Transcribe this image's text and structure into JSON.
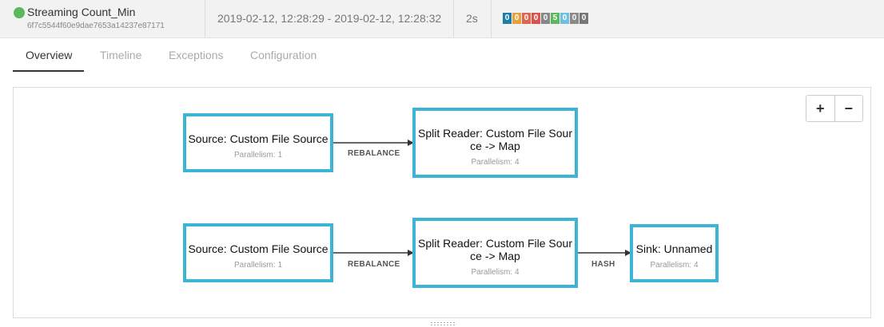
{
  "job": {
    "name": "Streaming Count_Min",
    "id": "6f7c5544f60e9dae7653a14237e87171",
    "status": "running",
    "status_color": "#5cb85c",
    "time_range": "2019-02-12, 12:28:29 - 2019-02-12, 12:28:32",
    "duration": "2s",
    "task_counts": [
      {
        "value": "0",
        "color": "#1f7ca8"
      },
      {
        "value": "0",
        "color": "#e6a23c"
      },
      {
        "value": "0",
        "color": "#e0674f"
      },
      {
        "value": "0",
        "color": "#d9534f"
      },
      {
        "value": "0",
        "color": "#888888"
      },
      {
        "value": "5",
        "color": "#5cb85c"
      },
      {
        "value": "0",
        "color": "#6fc0e0"
      },
      {
        "value": "0",
        "color": "#8a8a8a"
      },
      {
        "value": "0",
        "color": "#777777"
      }
    ]
  },
  "tabs": [
    {
      "label": "Overview",
      "active": true
    },
    {
      "label": "Timeline",
      "active": false
    },
    {
      "label": "Exceptions",
      "active": false
    },
    {
      "label": "Configuration",
      "active": false
    }
  ],
  "zoom": {
    "in_label": "+",
    "out_label": "−"
  },
  "graph": {
    "node_border_color": "#3cb4d6",
    "nodes": [
      {
        "title": "Source: Custom File Source",
        "parallelism": "Parallelism: 1"
      },
      {
        "title": "Split Reader: Custom File Sour ce -> Map",
        "line1": "Split Reader: Custom File Sour",
        "line2": "ce -> Map",
        "parallelism": "Parallelism: 4"
      },
      {
        "title": "Source: Custom File Source",
        "parallelism": "Parallelism: 1"
      },
      {
        "title": "Split Reader: Custom File Sour ce -> Map",
        "line1": "Split Reader: Custom File Sour",
        "line2": "ce -> Map",
        "parallelism": "Parallelism: 4"
      },
      {
        "title": "Sink: Unnamed",
        "parallelism": "Parallelism: 4"
      }
    ],
    "edges": [
      {
        "from": 0,
        "to": 1,
        "label": "REBALANCE"
      },
      {
        "from": 2,
        "to": 3,
        "label": "REBALANCE"
      },
      {
        "from": 3,
        "to": 4,
        "label": "HASH"
      }
    ]
  }
}
